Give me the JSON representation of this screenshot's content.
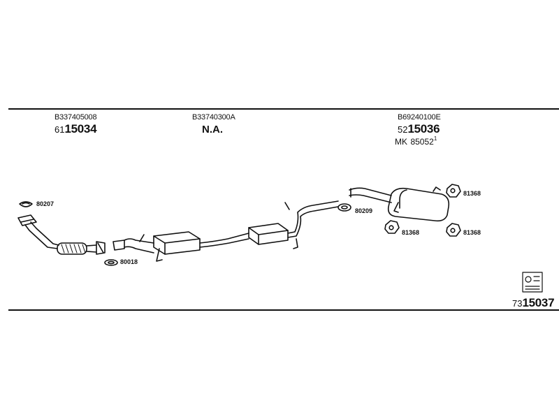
{
  "groups": [
    {
      "code": "B337405008",
      "prefix": "61",
      "number": "15034"
    },
    {
      "code": "B33740300A",
      "text": "N.A."
    },
    {
      "code": "B69240100E",
      "prefix": "52",
      "number": "15036",
      "mk_label": "MK",
      "mk_number": "85052",
      "mk_sup": "1"
    }
  ],
  "parts": {
    "gasket_front": "80207",
    "gasket_lower": "80018",
    "gasket_rear": "80209",
    "hanger_a": "81368",
    "hanger_b": "81368",
    "hanger_c": "81368"
  },
  "footer": {
    "prefix": "73",
    "number": "15037"
  }
}
